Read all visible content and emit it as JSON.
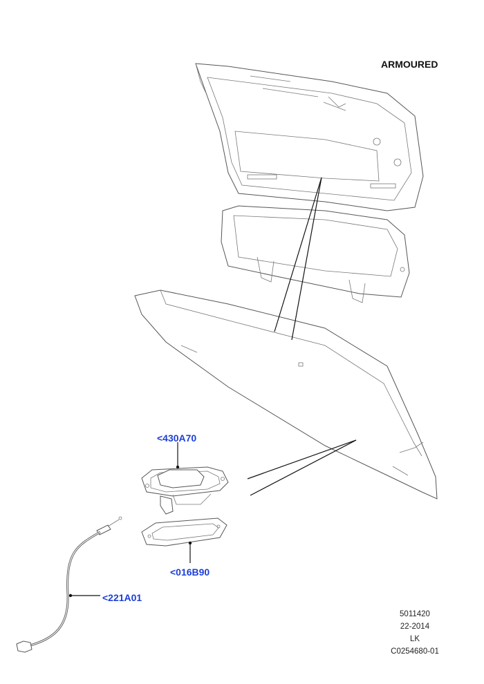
{
  "variant_label": "ARMOURED",
  "callouts": [
    {
      "id": "c1",
      "code": "<430A70"
    },
    {
      "id": "c2",
      "code": "<016B90"
    },
    {
      "id": "c3",
      "code": "<221A01"
    }
  ],
  "meta": {
    "ref_number": "5011420",
    "date_code": "22-2014",
    "author_code": "LK",
    "illustration_id": "C0254680-01"
  }
}
